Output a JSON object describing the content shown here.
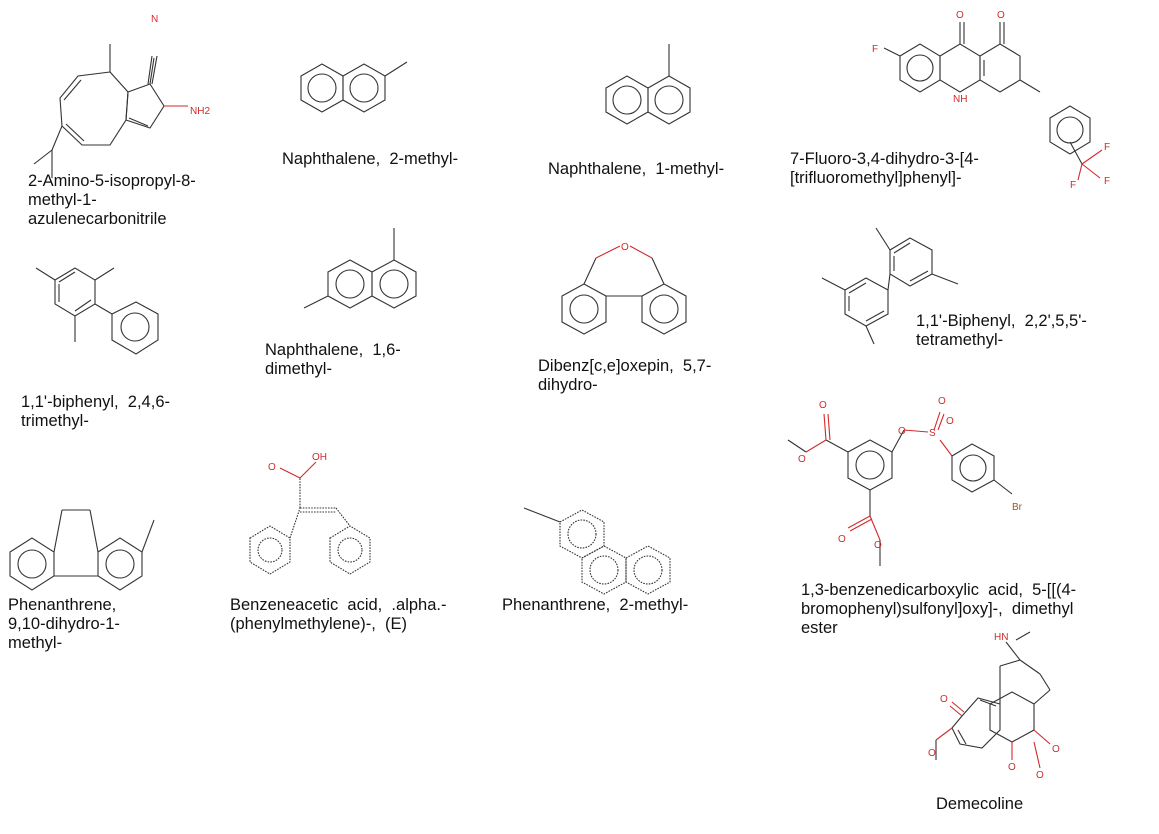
{
  "compounds": [
    {
      "id": "azulene",
      "name": "2-Amino-5-isopropyl-8-\nmethyl-1-\nazulenecarbonitrile",
      "atoms": [
        "N",
        "NH2"
      ]
    },
    {
      "id": "naph2me",
      "name": "Naphthalene,  2-methyl-",
      "atoms": []
    },
    {
      "id": "naph1me",
      "name": "Naphthalene,  1-methyl-",
      "atoms": []
    },
    {
      "id": "acridinone",
      "name": "7-Fluoro-3,4-dihydro-3-[4-\n[trifluoromethyl]phenyl]-",
      "atoms": [
        "O",
        "O",
        "F",
        "NH",
        "F",
        "F",
        "F"
      ]
    },
    {
      "id": "biphenyl246",
      "name": "1,1'-biphenyl,  2,4,6-\ntrimethyl-",
      "atoms": []
    },
    {
      "id": "naph16",
      "name": "Naphthalene,  1,6-\ndimethyl-",
      "atoms": []
    },
    {
      "id": "oxepin",
      "name": "Dibenz[c,e]oxepin,  5,7-\ndihydro-",
      "atoms": [
        "O"
      ]
    },
    {
      "id": "biphenyl2255",
      "name": "1,1'-Biphenyl,  2,2',5,5'-\ntetramethyl-",
      "atoms": []
    },
    {
      "id": "isophthalate",
      "name": "1,3-benzenedicarboxylic  acid,  5-[[(4-\nbromophenyl)sulfonyl]oxy]-,  dimethyl\nester",
      "atoms": [
        "O",
        "O",
        "O",
        "O",
        "S",
        "O",
        "O",
        "O",
        "Br"
      ]
    },
    {
      "id": "phen910",
      "name": "Phenanthrene,\n9,10-dihydro-1-\nmethyl-",
      "atoms": []
    },
    {
      "id": "cinnamic",
      "name": "Benzeneacetic  acid,  .alpha.-\n(phenylmethylene)-,  (E)",
      "atoms": [
        "O",
        "OH"
      ]
    },
    {
      "id": "phen2me",
      "name": "Phenanthrene,  2-methyl-",
      "atoms": []
    },
    {
      "id": "demecoline",
      "name": "Demecoline",
      "atoms": [
        "HN",
        "O",
        "O",
        "O",
        "O",
        "O"
      ]
    }
  ]
}
